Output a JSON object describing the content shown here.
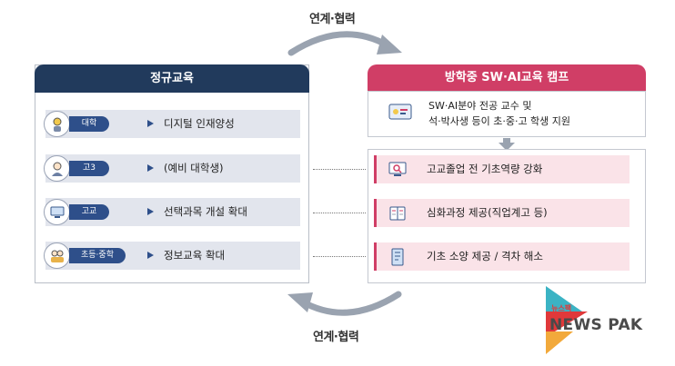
{
  "flow": {
    "top_label": "연계·협력",
    "bottom_label": "연계·협력"
  },
  "left": {
    "title": "정규교육",
    "rows": [
      {
        "tag": "대학",
        "text": "디지털 인재양성",
        "icon": "lightbulb-person-icon"
      },
      {
        "tag": "고3",
        "text": "(예비 대학생)",
        "icon": "student-icon"
      },
      {
        "tag": "고교",
        "text": "선택과목 개설 확대",
        "icon": "computer-icon"
      },
      {
        "tag": "초등·중학",
        "text": "정보교육 확대",
        "icon": "children-icon"
      }
    ]
  },
  "right": {
    "title": "방학중 SW·AI교육 캠프",
    "top_line1": "SW·AI분야 전공 교수 및",
    "top_line2": "석·박사생 등이 초·중·고 학생 지원",
    "rows": [
      {
        "text": "고교졸업 전 기초역량 강화",
        "icon": "monitor-search-icon"
      },
      {
        "text": "심화과정 제공(직업계고 등)",
        "icon": "book-icon"
      },
      {
        "text": "기초 소양 제공 / 격차 해소",
        "icon": "notebook-icon"
      }
    ]
  },
  "logo": {
    "small": "뉴스팩",
    "main": "NEWS PAK"
  },
  "colors": {
    "navy": "#213a5c",
    "blue": "#2e4f8a",
    "pink": "#d03e66",
    "row_pink": "#fae3e8",
    "row_gray": "#e2e5ed"
  }
}
